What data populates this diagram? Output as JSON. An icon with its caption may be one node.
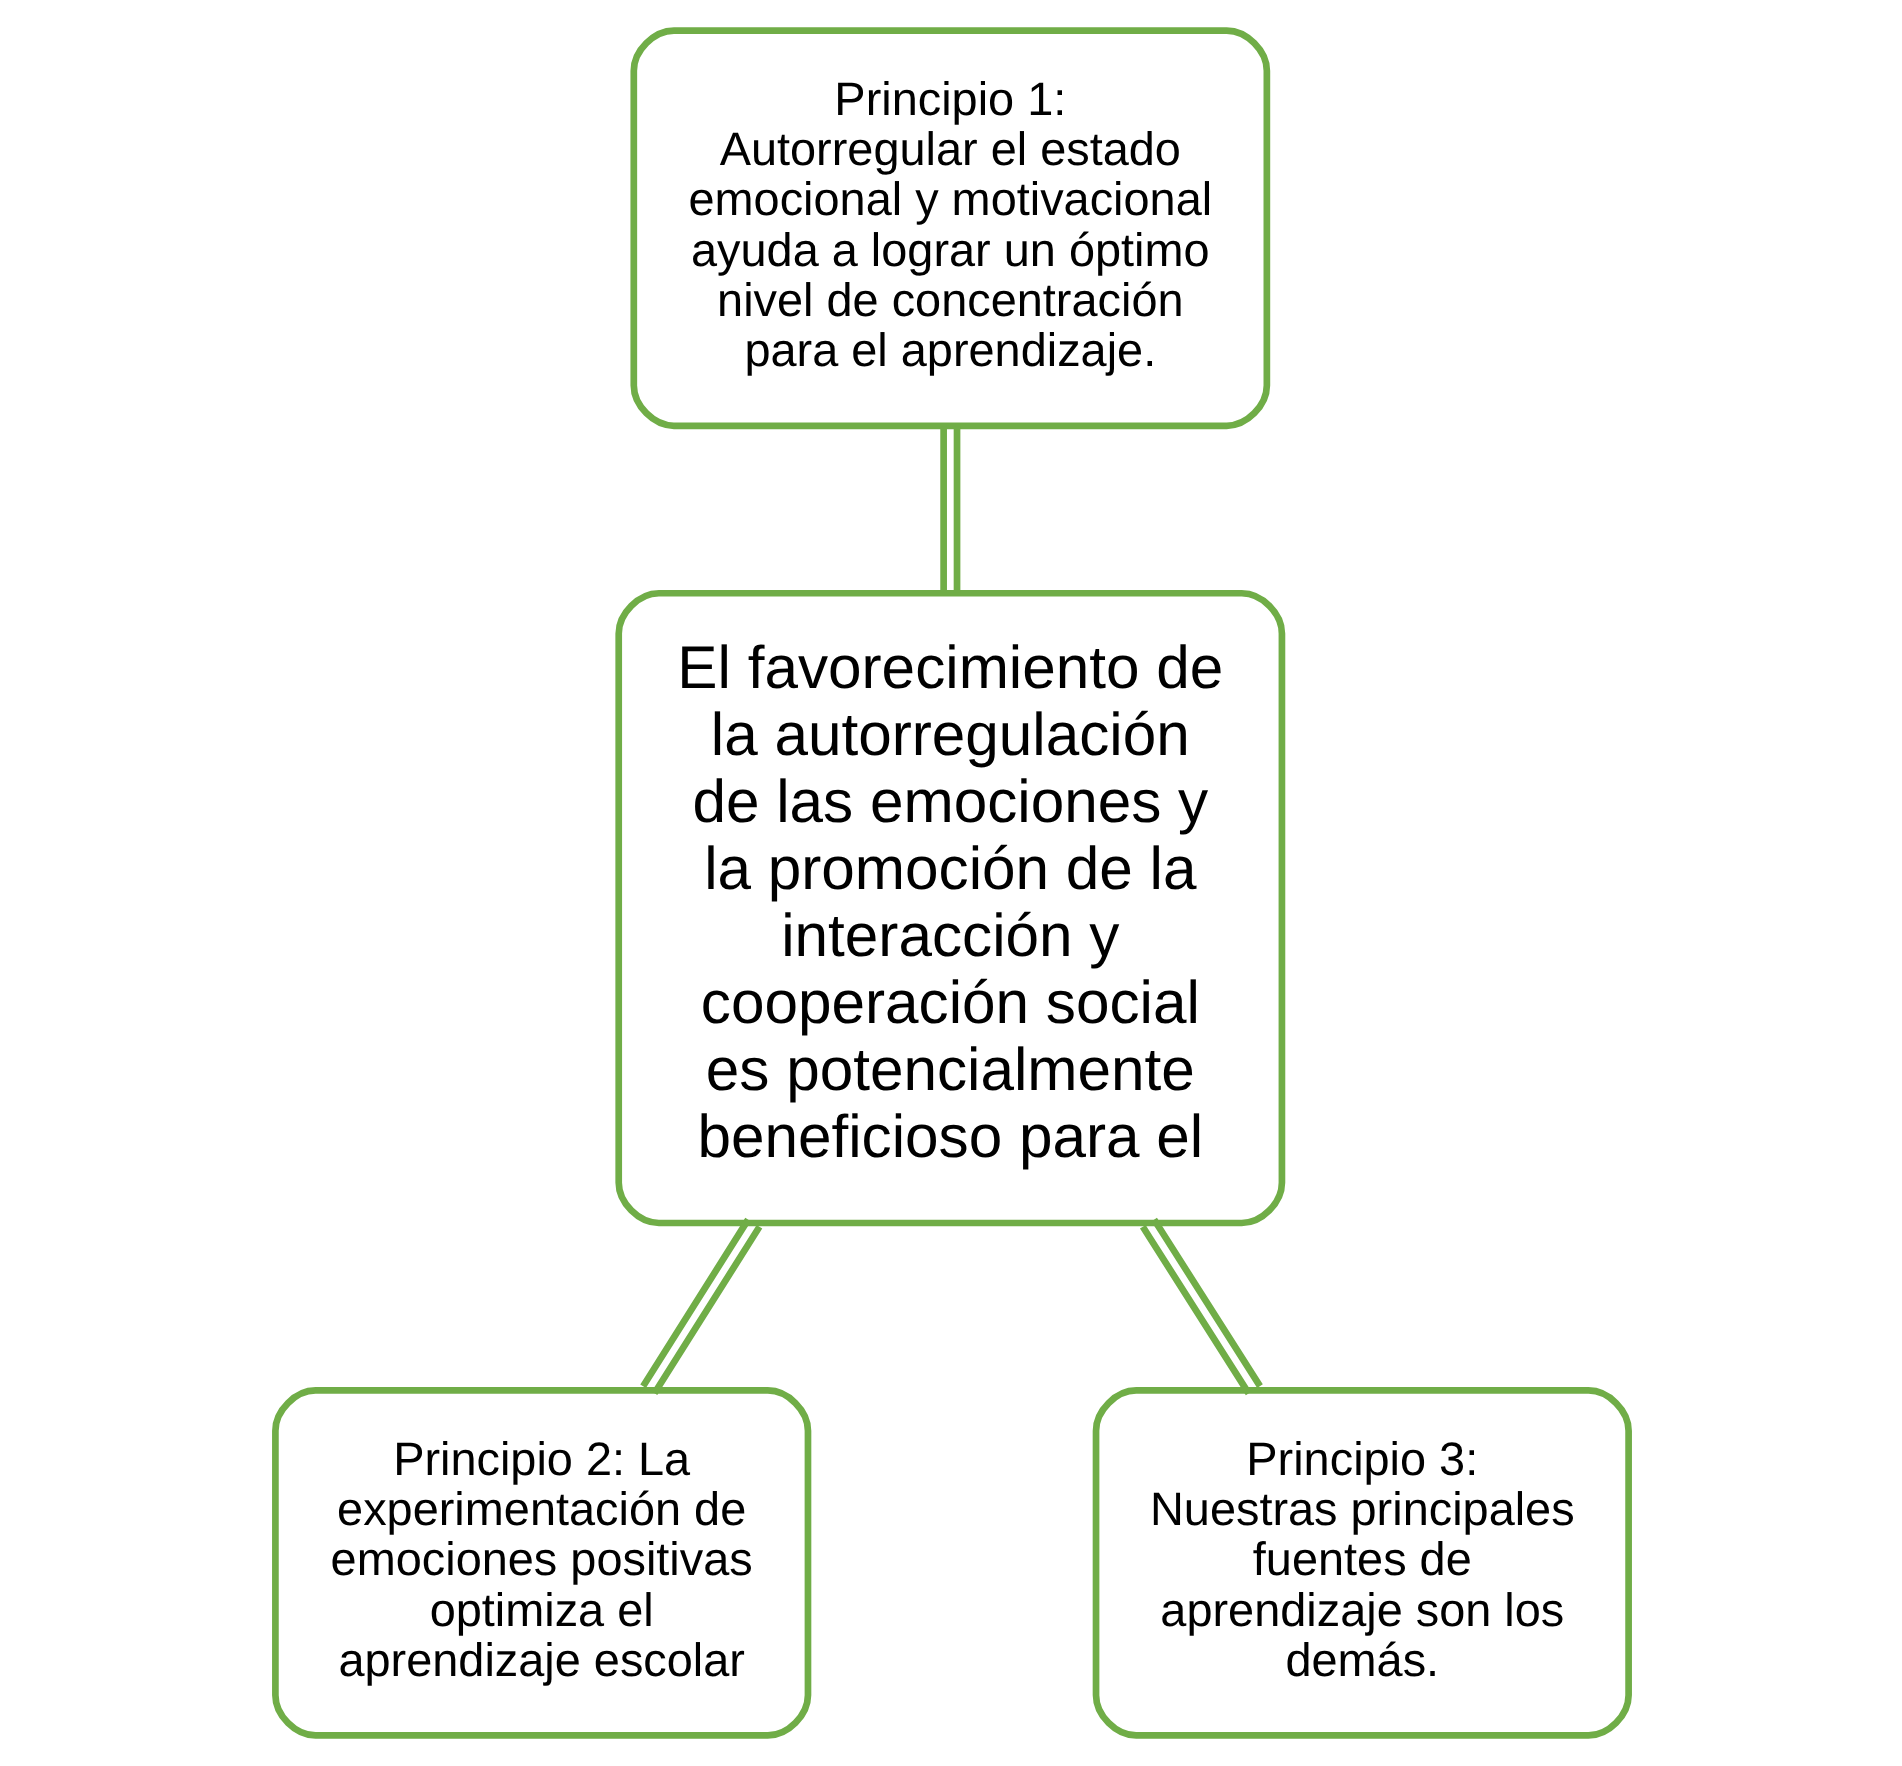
{
  "diagram": {
    "nodes": [
      {
        "text": [
          "Principio 1: Autorregular el estado emocional y motivacional ayuda a lograr un óptimo nivel de concentración para el aprendizaje."
        ]
      },
      {
        "text": [
          "El favorecimiento de la autorregulación de las emociones y la promoción de la interacción y cooperación social es potencialmente beneficioso para el"
        ]
      },
      {
        "text": [
          "Principio 2: La experimentación de emociones positivas optimiza el aprendizaje escolar"
        ]
      },
      {
        "text": [
          "Principio 3: Nuestras principales fuentes de aprendizaje son los demás."
        ]
      }
    ],
    "edges": [
      {
        "from": 0,
        "to": 1,
        "arrow": "none"
      },
      {
        "from": 1,
        "to": 2,
        "arrow": "none"
      },
      {
        "from": 1,
        "to": 3,
        "arrow": "none"
      }
    ]
  }
}
